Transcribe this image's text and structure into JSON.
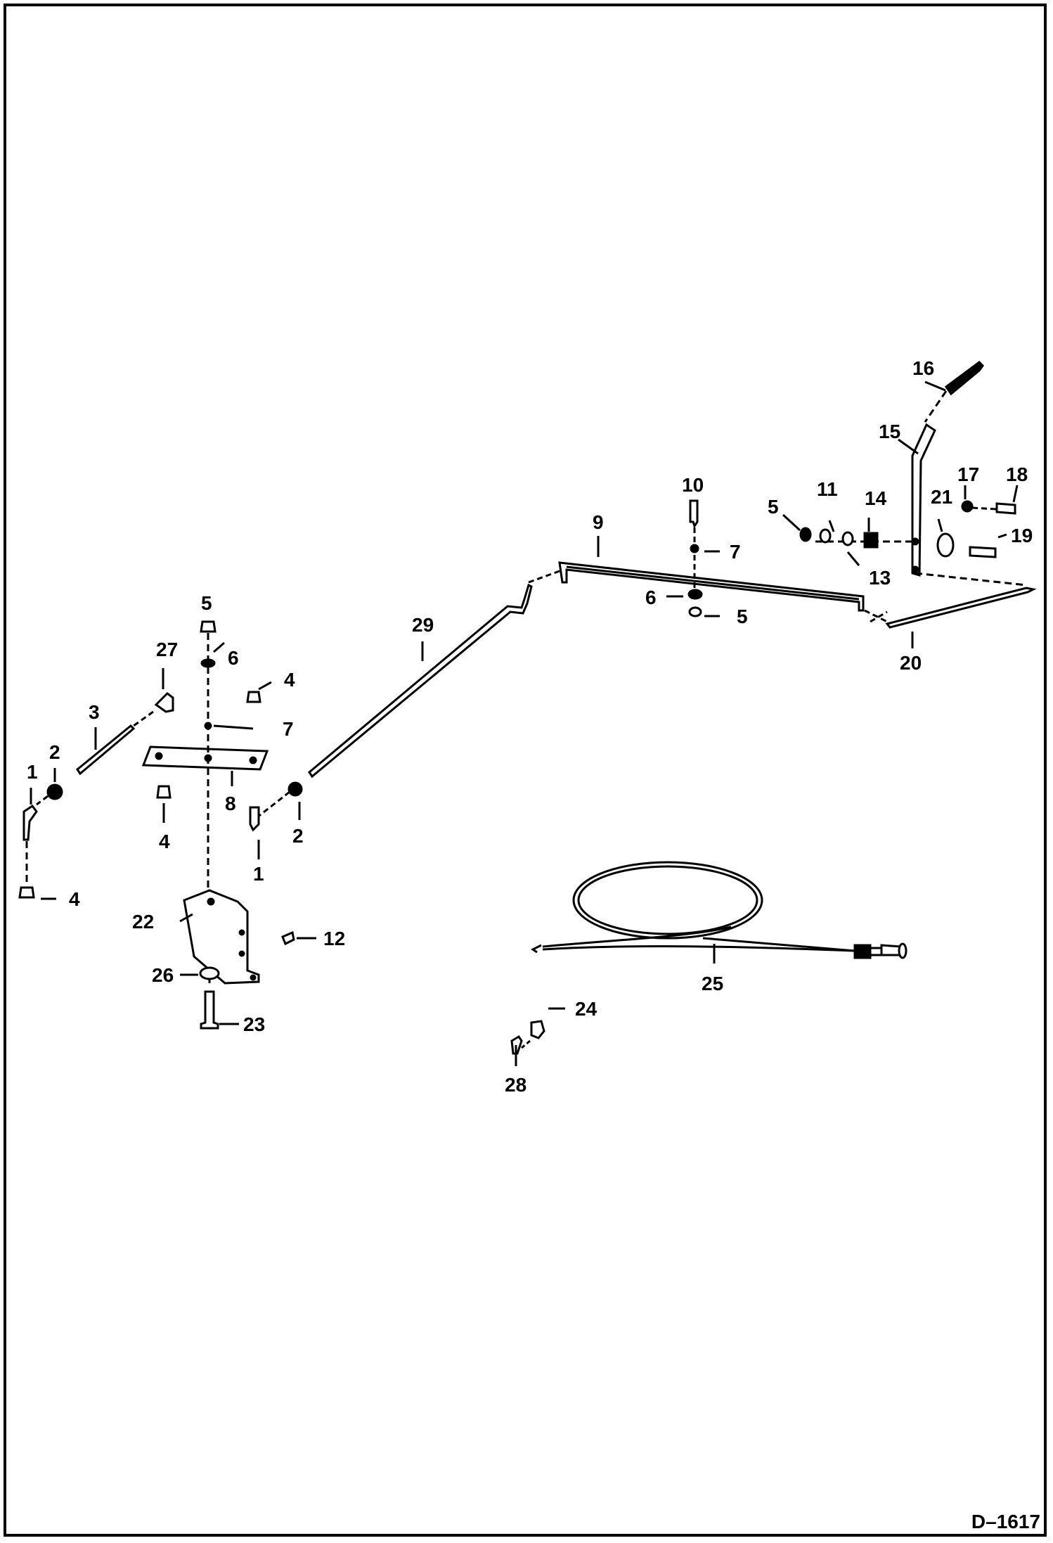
{
  "diagram": {
    "drawing_id": "D–1617",
    "callouts": [
      {
        "id": "c1a",
        "text": "1"
      },
      {
        "id": "c1b",
        "text": "1"
      },
      {
        "id": "c2a",
        "text": "2"
      },
      {
        "id": "c2b",
        "text": "2"
      },
      {
        "id": "c3",
        "text": "3"
      },
      {
        "id": "c4a",
        "text": "4"
      },
      {
        "id": "c4b",
        "text": "4"
      },
      {
        "id": "c4c",
        "text": "4"
      },
      {
        "id": "c5a",
        "text": "5"
      },
      {
        "id": "c5b",
        "text": "5"
      },
      {
        "id": "c5c",
        "text": "5"
      },
      {
        "id": "c6a",
        "text": "6"
      },
      {
        "id": "c6b",
        "text": "6"
      },
      {
        "id": "c7a",
        "text": "7"
      },
      {
        "id": "c7b",
        "text": "7"
      },
      {
        "id": "c8",
        "text": "8"
      },
      {
        "id": "c9",
        "text": "9"
      },
      {
        "id": "c10",
        "text": "10"
      },
      {
        "id": "c11",
        "text": "11"
      },
      {
        "id": "c12",
        "text": "12"
      },
      {
        "id": "c13",
        "text": "13"
      },
      {
        "id": "c14",
        "text": "14"
      },
      {
        "id": "c15",
        "text": "15"
      },
      {
        "id": "c16",
        "text": "16"
      },
      {
        "id": "c17",
        "text": "17"
      },
      {
        "id": "c18",
        "text": "18"
      },
      {
        "id": "c19",
        "text": "19"
      },
      {
        "id": "c20",
        "text": "20"
      },
      {
        "id": "c21",
        "text": "21"
      },
      {
        "id": "c22",
        "text": "22"
      },
      {
        "id": "c23",
        "text": "23"
      },
      {
        "id": "c24",
        "text": "24"
      },
      {
        "id": "c25",
        "text": "25"
      },
      {
        "id": "c26",
        "text": "26"
      },
      {
        "id": "c27",
        "text": "27"
      },
      {
        "id": "c28",
        "text": "28"
      },
      {
        "id": "c29",
        "text": "29"
      }
    ]
  }
}
